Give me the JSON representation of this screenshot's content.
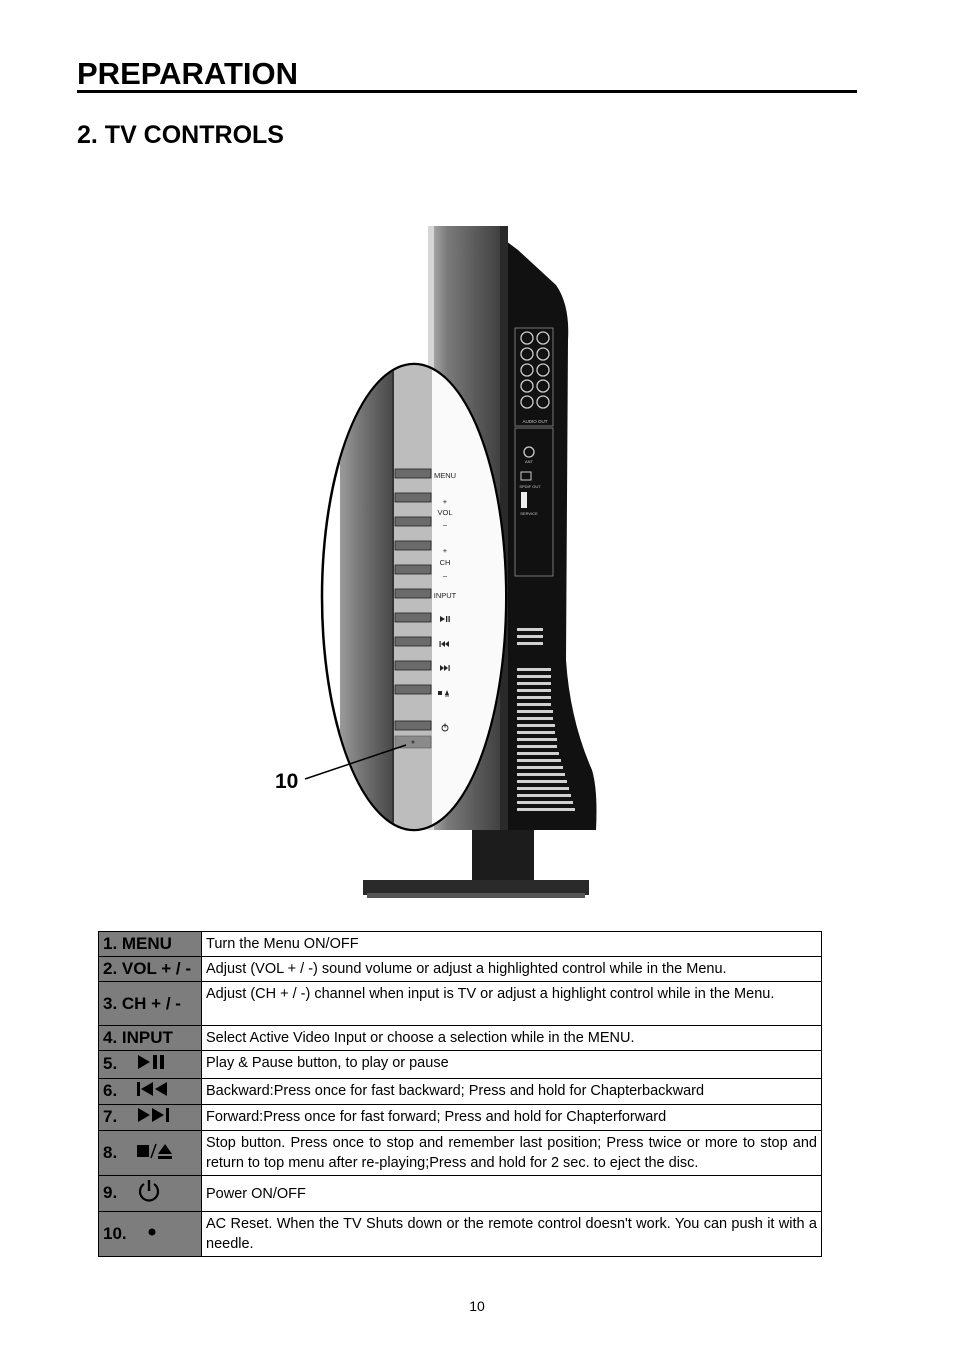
{
  "header": {
    "section_title": "PREPARATION",
    "subtitle": "2. TV CONTROLS"
  },
  "figure": {
    "callout": "10",
    "side_labels": {
      "menu": "MENU",
      "vol": "VOL",
      "ch": "CH",
      "input": "INPUT",
      "plus": "+",
      "minus": "–"
    },
    "panel_labels": {
      "audio_out": "AUDIO OUT",
      "ant": "ANT",
      "spdif": "SPDIF OUT",
      "service": "SERVICE"
    }
  },
  "controls": [
    {
      "key": "1.  MENU",
      "desc": "Turn the Menu ON/OFF"
    },
    {
      "key": "2. VOL + / -",
      "desc": "Adjust (VOL + / -) sound volume or adjust a highlighted control while in the    Menu."
    },
    {
      "key": "3.  CH + / -",
      "desc": "Adjust (CH + / -) channel when input is TV or adjust a highlight control while in the Menu."
    },
    {
      "key": "4.  INPUT",
      "desc": "Select Active Video Input or choose a  selection while in the MENU."
    },
    {
      "key": "5.",
      "icon": "play-pause-icon",
      "desc": "Play & Pause button, to play or pause"
    },
    {
      "key": "6.",
      "icon": "skip-backward-icon",
      "desc": "Backward:Press once for fast backward; Press and hold for Chapterbackward"
    },
    {
      "key": "7.",
      "icon": "skip-forward-icon",
      "desc": "Forward:Press once for fast forward; Press and hold for Chapterforward"
    },
    {
      "key": "8.",
      "icon": "stop-eject-icon",
      "desc": "Stop button. Press once to stop and remember last position; Press twice or more to stop and return to top menu after re-playing;Press and hold for 2 sec. to eject the disc."
    },
    {
      "key": "9.",
      "icon": "power-icon",
      "desc": "Power ON/OFF"
    },
    {
      "key": "10.",
      "icon": "dot-icon",
      "desc": "AC Reset. When the TV Shuts down or the remote control doesn't work. You can push it with a needle."
    }
  ],
  "footer": {
    "page_number": "10"
  }
}
